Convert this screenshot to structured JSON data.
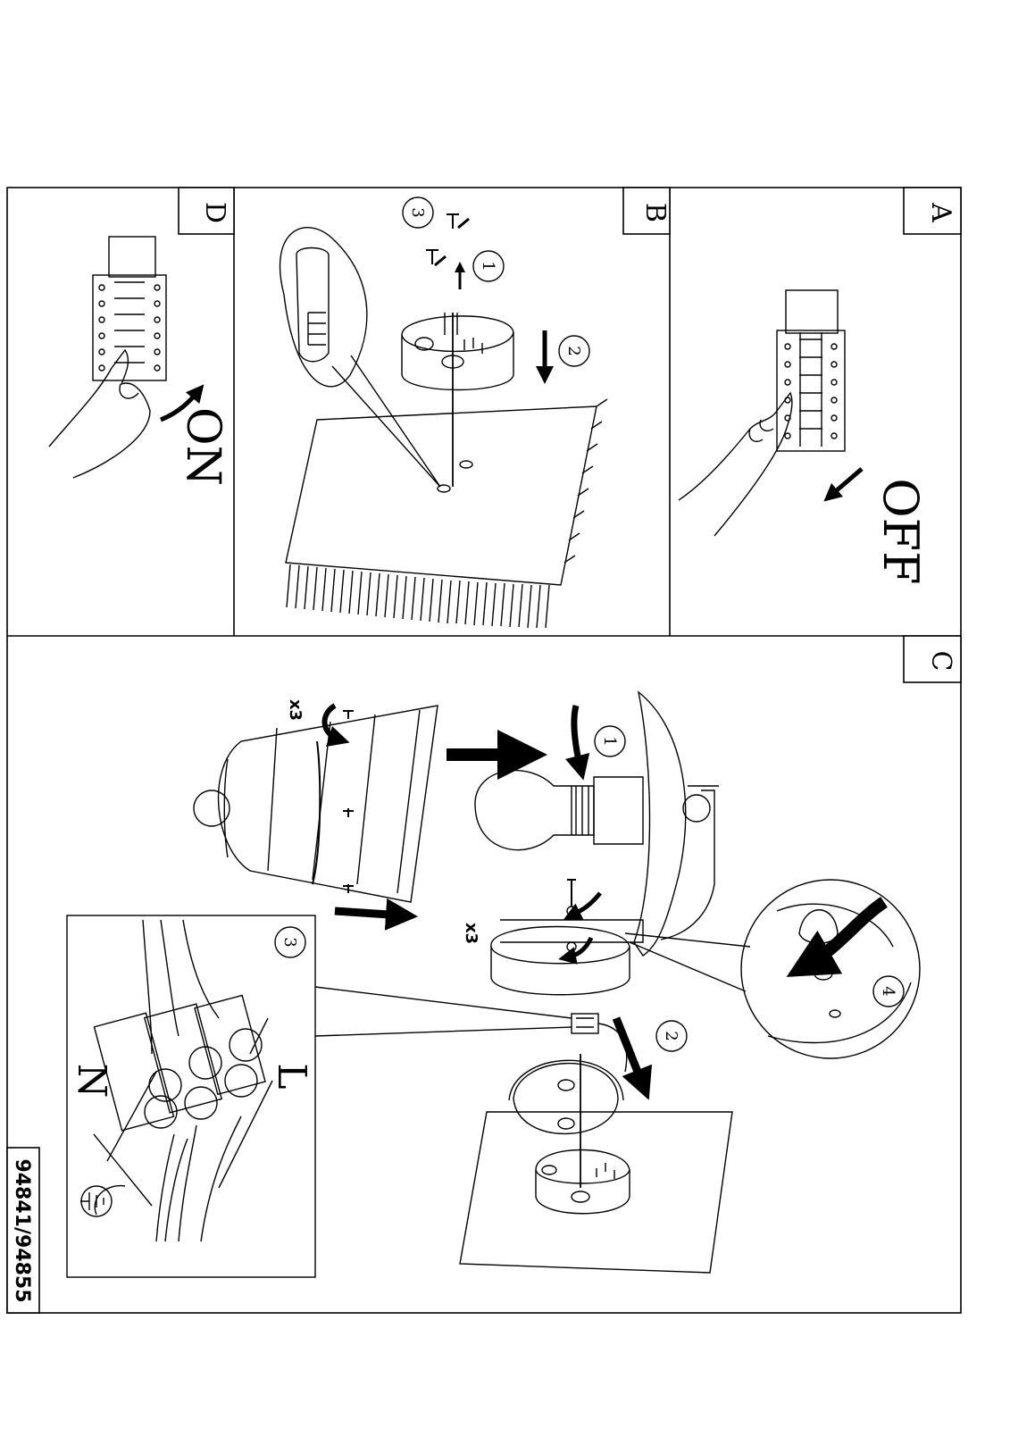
{
  "panels": {
    "a": {
      "letter": "A",
      "state_label": "OFF"
    },
    "b": {
      "letter": "B",
      "steps": [
        "1",
        "2",
        "3"
      ]
    },
    "c": {
      "letter": "C",
      "steps": [
        "1",
        "2",
        "3",
        "4"
      ],
      "multipliers": [
        "x3",
        "x3"
      ]
    },
    "d": {
      "letter": "D",
      "state_label": "ON"
    }
  },
  "terminal_labels": {
    "neutral": "N",
    "live": "L"
  },
  "icons": [
    "earth-ground-icon",
    "hand-icon",
    "arrow-icon",
    "screw-icon",
    "bulb-icon"
  ],
  "product_code": "94841/94855"
}
